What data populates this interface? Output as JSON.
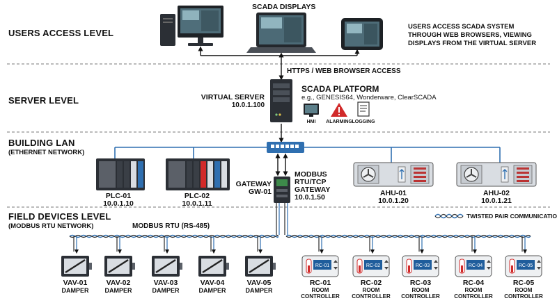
{
  "levels": {
    "users": "USERS ACCESS LEVEL",
    "server": "SERVER LEVEL",
    "lan": "BUILDING LAN",
    "lan_sub": "(ETHERNET NETWORK)",
    "field": "FIELD DEVICES LEVEL",
    "field_sub": "(MODBUS RTU NETWORK)"
  },
  "scada_displays": "SCADA DISPLAYS",
  "users_note": [
    "USERS ACCESS SCADA SYSTEM",
    "THROUGH WEB BROWSERS, VIEWING",
    "DISPLAYS FROM THE VIRTUAL SERVER"
  ],
  "https_label": "HTTPS / WEB BROWSER ACCESS",
  "server": {
    "name": "VIRTUAL SERVER",
    "ip": "10.0.1.100"
  },
  "platform": {
    "title": "SCADA PLATFORM",
    "examples": "e.g., GENESIS64, Wonderware, ClearSCADA",
    "modules": [
      "HMI",
      "ALARMING",
      "LOGGING"
    ]
  },
  "plcs": [
    {
      "name": "PLC-01",
      "ip": "10.0.1.10"
    },
    {
      "name": "PLC-02",
      "ip": "10.0.1.11"
    }
  ],
  "gateway": {
    "name": "GATEWAY",
    "id": "GW-01",
    "type": [
      "MODBUS",
      "RTU/TCP",
      "GATEWAY"
    ],
    "ip": "10.0.1.50"
  },
  "ahus": [
    {
      "name": "AHU-01",
      "ip": "10.0.1.20"
    },
    {
      "name": "AHU-02",
      "ip": "10.0.1.21"
    }
  ],
  "modbus_label": "MODBUS RTU (RS-485)",
  "twisted_label": "TWISTED PAIR COMMUNICATION",
  "vavs": [
    {
      "name": "VAV-01",
      "type": "DAMPER"
    },
    {
      "name": "VAV-02",
      "type": "DAMPER"
    },
    {
      "name": "VAV-03",
      "type": "DAMPER"
    },
    {
      "name": "VAV-04",
      "type": "DAMPER"
    },
    {
      "name": "VAV-05",
      "type": "DAMPER"
    }
  ],
  "rcs": [
    {
      "name": "RC-01",
      "type": [
        "ROOM",
        "CONTROLLER"
      ]
    },
    {
      "name": "RC-02",
      "type": [
        "ROOM",
        "CONTROLLER"
      ]
    },
    {
      "name": "RC-03",
      "type": [
        "ROOM",
        "CONTROLLER"
      ]
    },
    {
      "name": "RC-04",
      "type": [
        "ROOM",
        "CONTROLLER"
      ]
    },
    {
      "name": "RC-05",
      "type": [
        "ROOM",
        "CONTROLLER"
      ]
    }
  ],
  "colors": {
    "lan": "#2f6fb0",
    "wire": "#2a2a2a",
    "device": "#d9dde2",
    "accent": "#1f5d9c",
    "alarm": "#d12a2a"
  }
}
